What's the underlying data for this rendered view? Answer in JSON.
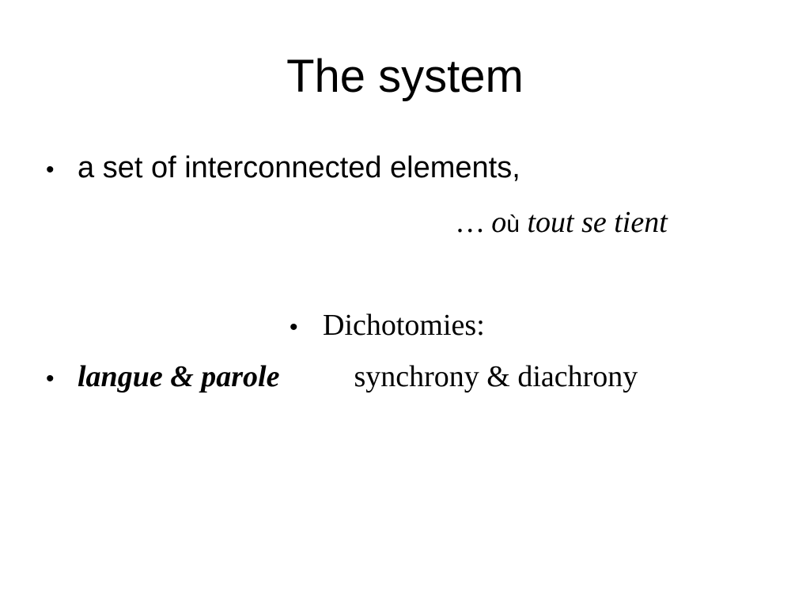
{
  "slide": {
    "title": "The system",
    "bullets": [
      {
        "marker": "•",
        "text": "a set of interconnected elements,"
      },
      {
        "continuation_prefix": "… o",
        "continuation_accent": "ù",
        "continuation_suffix": " tout se tient"
      },
      {
        "marker": "•",
        "text": "Dichotomies:"
      },
      {
        "marker": "•",
        "left_text": "langue & parole",
        "right_text": "synchrony & diachrony"
      }
    ]
  }
}
